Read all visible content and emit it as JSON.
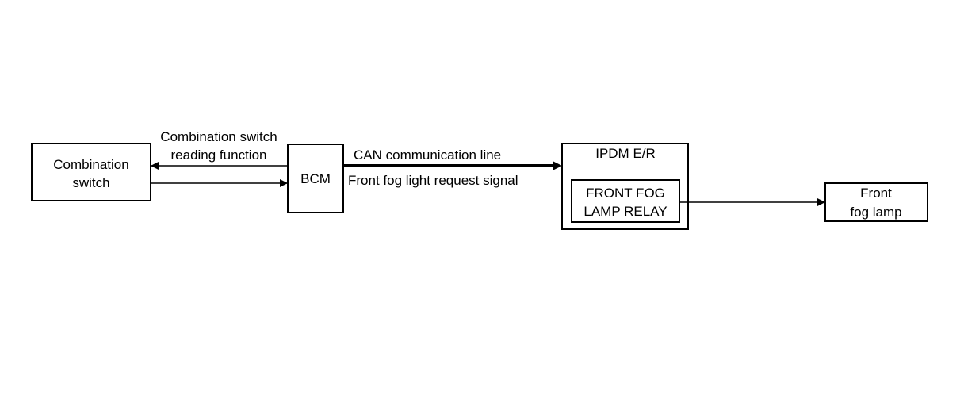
{
  "blocks": {
    "combination_switch": {
      "line1": "Combination",
      "line2": "switch"
    },
    "bcm": {
      "label": "BCM"
    },
    "ipdm": {
      "label": "IPDM E/R"
    },
    "relay": {
      "line1": "FRONT FOG",
      "line2": "LAMP RELAY"
    },
    "front_fog_lamp": {
      "line1": "Front",
      "line2": "fog lamp"
    }
  },
  "connections": {
    "switch_reading": {
      "line1": "Combination switch",
      "line2": "reading function"
    },
    "can_line": {
      "label": "CAN communication line"
    },
    "fog_request": {
      "label": "Front fog light request signal"
    }
  },
  "colors": {
    "stroke": "#000000",
    "background": "#ffffff"
  }
}
